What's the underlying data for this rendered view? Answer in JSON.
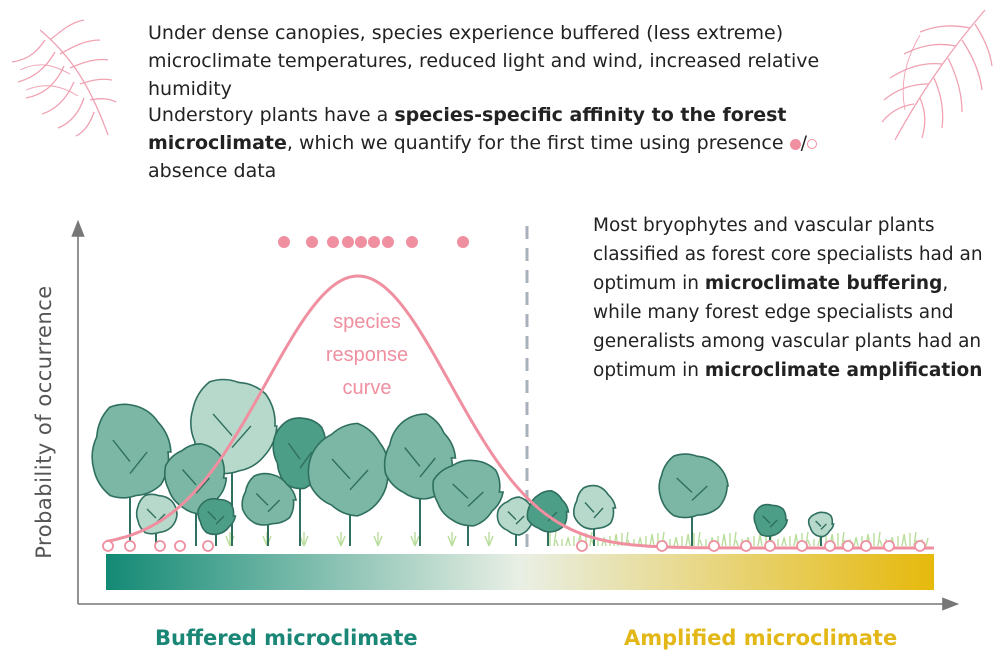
{
  "intro": {
    "line1": "Under dense canopies, species experience buffered (less extreme) microclimate temperatures, reduced light and wind, increased relative humidity",
    "line2_pre": "Understory plants have a ",
    "line2_bold": "species-specific affinity to the forest microclimate",
    "line2_post": ", which we quantify for the first time using presence ",
    "line2_sep": "/",
    "line2_end": " absence data"
  },
  "side_text": {
    "part1": "Most bryophytes and vascular plants classified as forest core specialists had an optimum in ",
    "bold1": "microclimate buffering",
    "part2": ", while many forest edge specialists and generalists among vascular plants had an optimum in ",
    "bold2": "microclimate amplification"
  },
  "curve_label": {
    "line1": "species",
    "line2": "response",
    "line3": "curve"
  },
  "axis": {
    "ylabel": "Probability of occurrence",
    "x_left": "Buffered microclimate",
    "x_right": "Amplified microclimate"
  },
  "colors": {
    "curve": "#ef8fa0",
    "presence": "#ef8fa0",
    "gradient_start": "#138a75",
    "gradient_mid": "#e9efe5",
    "gradient_end": "#e6b90c",
    "threshold_line": "#a9b1bc",
    "tree_dark": "#4d9e86",
    "tree_mid": "#7bb7a4",
    "tree_light": "#b7d9cb",
    "grass": "#b9de9b"
  },
  "icons": [
    "fern-left-icon",
    "fern-right-icon",
    "tree-icon",
    "bush-icon",
    "grass-icon"
  ]
}
